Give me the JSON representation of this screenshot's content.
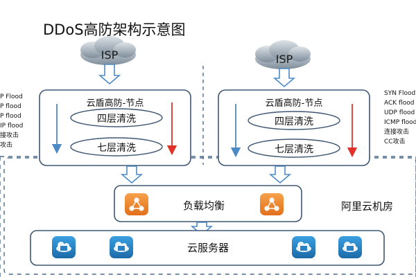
{
  "watermark": "",
  "title": "DDoS高防架构示意图",
  "left_node": {
    "isp_label": "ISP",
    "node_title": "云盾高防-节点",
    "layer4": "四层清洗",
    "layer7": "七层清洗"
  },
  "right_node": {
    "isp_label": "ISP",
    "node_title": "云盾高防-节点",
    "layer4": "四层清洗",
    "layer7": "七层清洗"
  },
  "left_attacks": [
    "P Flood",
    "P flood",
    "P flood",
    "IP flood",
    "接攻击",
    "攻击"
  ],
  "right_attacks": [
    "SYN Flood",
    "ACK flood",
    "UDP flood",
    "ICMP flood",
    "连接攻击",
    "CC攻击"
  ],
  "load_balancer_label": "负载均衡",
  "cloud_servers_label": "云服务器",
  "datacenter_label": "阿里云机房",
  "colors": {
    "box_stroke": "#3d5673",
    "dash_stroke": "#4a6b8c",
    "arrow_blue": "#4c8ac6",
    "arrow_red": "#e0322a",
    "orange": "#f08a2a",
    "server_blue": "#2a82c4",
    "cloud_gray": "#8c9aa6"
  },
  "icons": {
    "balancer": "orange-network-hub-icon",
    "server": "blue-cloud-server-icon",
    "cloud": "gray-cloud-icon"
  }
}
